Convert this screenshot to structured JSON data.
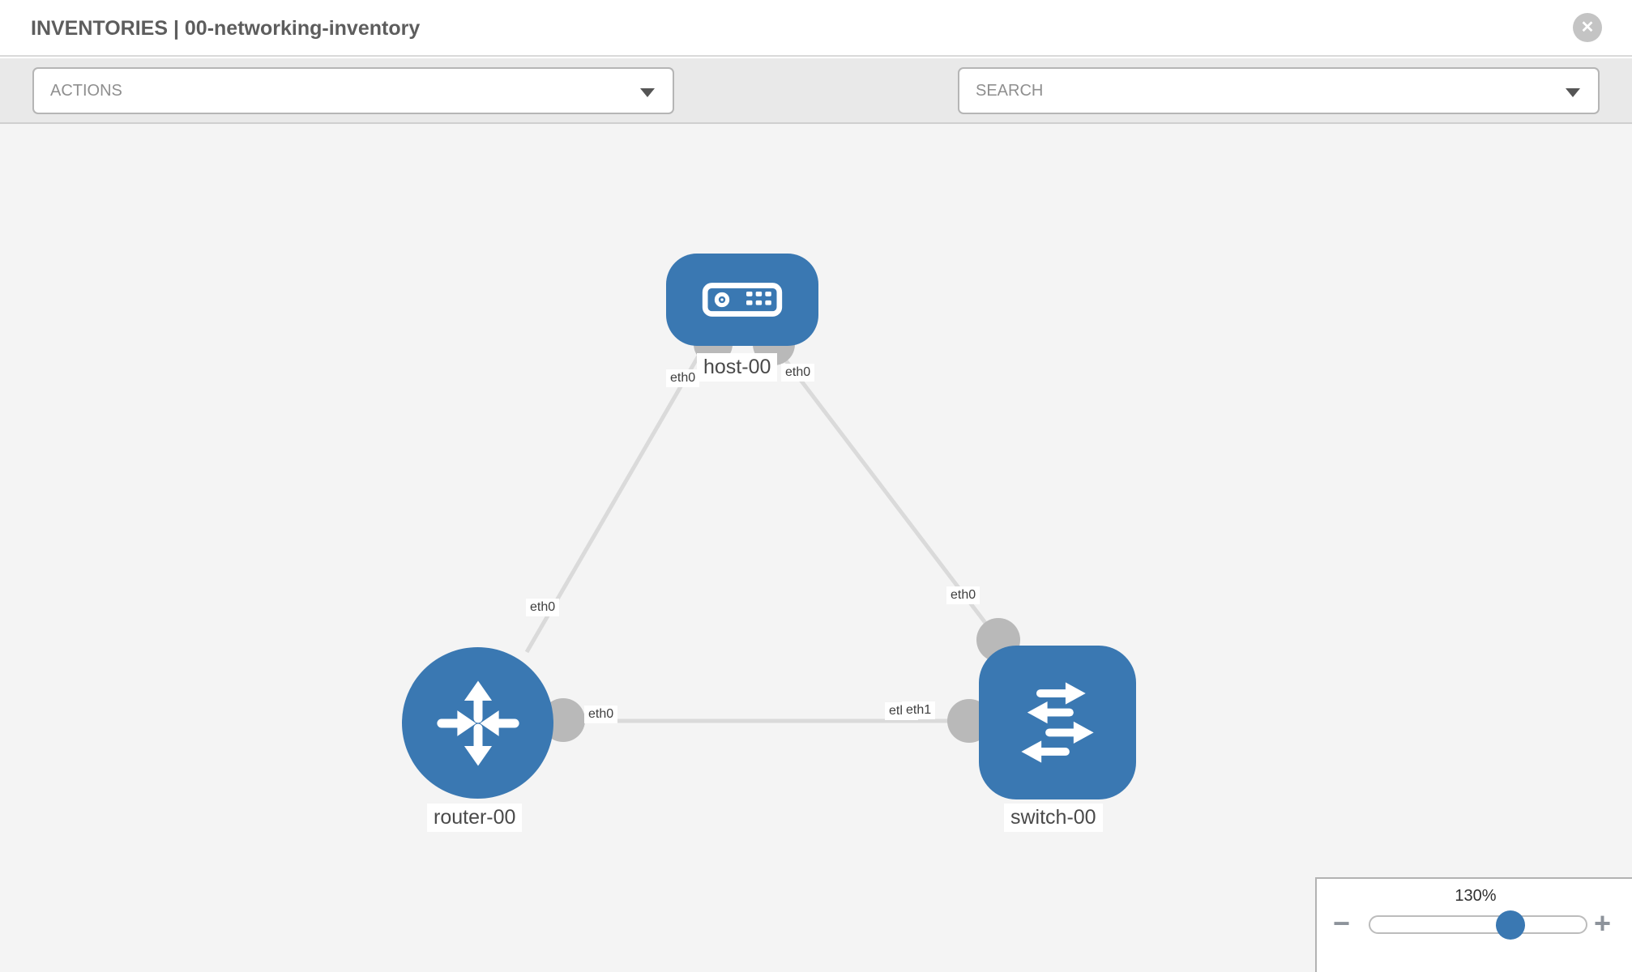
{
  "header": {
    "title": "INVENTORIES | 00-networking-inventory",
    "close_glyph": "✕"
  },
  "toolbar": {
    "actions_label": "ACTIONS",
    "search_placeholder": "SEARCH"
  },
  "topology": {
    "nodes": {
      "host": {
        "label": "host-00",
        "type": "host"
      },
      "router": {
        "label": "router-00",
        "type": "router"
      },
      "switch": {
        "label": "switch-00",
        "type": "switch"
      }
    },
    "ports": {
      "host_left": "eth0",
      "host_right": "eth0",
      "router_top": "eth0",
      "router_right": "eth0",
      "switch_top": "eth0",
      "switch_left_under": "eth0",
      "switch_left_over": "eth1"
    },
    "links": [
      {
        "from": "host-00",
        "from_port": "eth0",
        "to": "router-00",
        "to_port": "eth0"
      },
      {
        "from": "host-00",
        "from_port": "eth0",
        "to": "switch-00",
        "to_port": "eth0"
      },
      {
        "from": "router-00",
        "from_port": "eth0",
        "to": "switch-00",
        "to_port": "eth1"
      }
    ]
  },
  "zoom_control": {
    "level": "130%",
    "minus_glyph": "−",
    "plus_glyph": "+"
  },
  "colors": {
    "node_blue": "#3a78b2",
    "link_gray": "#dadada",
    "connector_gray": "#b9b9b9",
    "canvas_bg": "#f4f4f4",
    "toolbar_bg": "#e9e9e9"
  }
}
